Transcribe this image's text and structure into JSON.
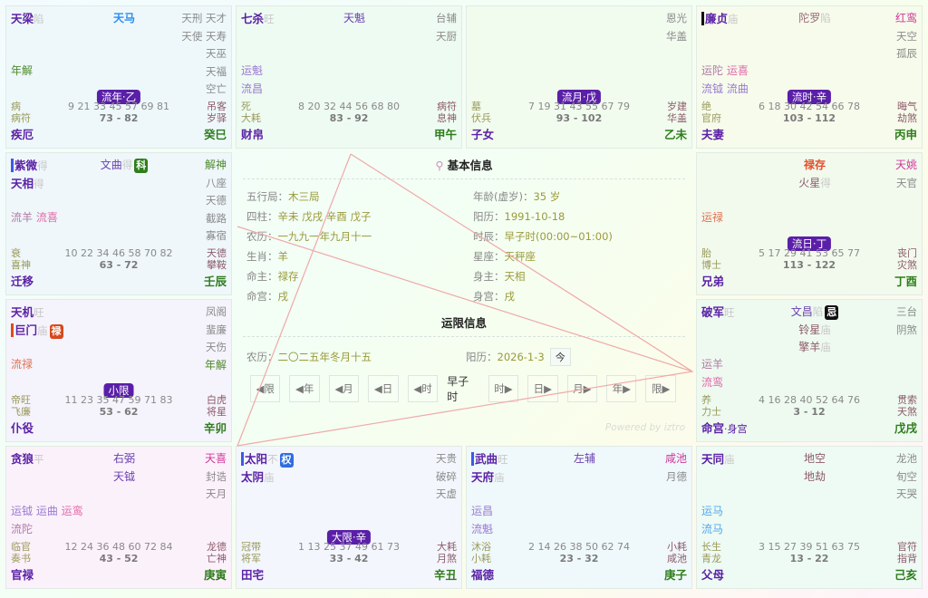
{
  "palaces": {
    "si": {
      "left": [
        {
          "name": "天梁",
          "bright": "陷"
        }
      ],
      "mid": [
        {
          "name": "天马",
          "cls": "tianma"
        }
      ],
      "right": [
        "天刑 天才",
        "天使 天寿",
        "天巫",
        "天福",
        "空亡"
      ],
      "flow": [
        {
          "text": "年解",
          "cls": "green"
        }
      ],
      "badge": "流年·乙",
      "changsheng": "病",
      "ages": "9 21 33 45 57 69 81",
      "suiqian": "吊客",
      "boshi": "病符",
      "range": "73 - 82",
      "jiangqian": "岁驿",
      "palace": "疾厄",
      "ganzhi": "癸巳"
    },
    "wu": {
      "left": [
        {
          "name": "七杀",
          "bright": "旺"
        }
      ],
      "mid": [
        {
          "name": "天魁",
          "cls": "minor"
        }
      ],
      "right": [
        "台辅",
        "天厨"
      ],
      "flow": [
        {
          "text": "运魁",
          "cls": "violet"
        },
        {
          "text": "流昌",
          "cls": "violet"
        }
      ],
      "badge": "",
      "changsheng": "死",
      "ages": "8 20 32 44 56 68 80",
      "suiqian": "病符",
      "boshi": "大耗",
      "range": "83 - 92",
      "jiangqian": "息神",
      "palace": "财帛",
      "ganzhi": "甲午"
    },
    "wei": {
      "left": [],
      "mid": [],
      "right": [
        "恩光",
        "华盖"
      ],
      "flow": [],
      "badge": "流月·戊",
      "changsheng": "墓",
      "ages": "7 19 31 43 55 67 79",
      "suiqian": "岁建",
      "boshi": "伏兵",
      "range": "93 - 102",
      "jiangqian": "华盖",
      "palace": "子女",
      "ganzhi": "乙未"
    },
    "shen": {
      "left": [
        {
          "name": "廉贞",
          "bright": "庙",
          "mark": "#111"
        }
      ],
      "mid": [
        {
          "name": "陀罗",
          "bright": "陷",
          "cls": "tuoluo"
        }
      ],
      "right": [
        {
          "text": "红鸾",
          "cls": "red"
        },
        "天空",
        "孤辰"
      ],
      "flow": [
        {
          "text": "运陀 ",
          "cls": "mauve",
          "extra": {
            "text": "运喜",
            "cls": "pink"
          }
        },
        {
          "text": "流钺 流曲",
          "cls": "violet"
        }
      ],
      "badge": "流时·辛",
      "changsheng": "绝",
      "ages": "6 18 30 42 54 66 78",
      "suiqian": "晦气",
      "boshi": "官府",
      "range": "103 - 112",
      "jiangqian": "劫煞",
      "palace": "夫妻",
      "ganzhi": "丙申"
    },
    "chen": {
      "left": [
        {
          "name": "紫微",
          "bright": "得",
          "mark": "#3a5ae8"
        },
        {
          "name": "天相",
          "bright": "得"
        }
      ],
      "mid": [
        {
          "name": "文曲",
          "bright": "得",
          "cls": "minor",
          "mut": "科",
          "mutcls": "mut-ke"
        }
      ],
      "right": [
        {
          "text": "解神",
          "cls": "green"
        },
        "八座",
        "天德",
        "截路",
        "寡宿"
      ],
      "flow": [
        {
          "text": "流羊 ",
          "cls": "mauve",
          "extra": {
            "text": "流喜",
            "cls": "pink"
          }
        }
      ],
      "badge": "",
      "changsheng": "衰",
      "ages": "10 22 34 46 58 70 82",
      "suiqian": "天德",
      "boshi": "喜神",
      "range": "63 - 72",
      "jiangqian": "攀鞍",
      "palace": "迁移",
      "ganzhi": "壬辰"
    },
    "you": {
      "left": [],
      "mid": [
        {
          "name": "禄存",
          "cls": "lucun"
        },
        {
          "name": "火星",
          "bright": "得",
          "cls": "mhoon"
        }
      ],
      "right": [
        {
          "text": "天姚",
          "cls": "red"
        },
        "天官"
      ],
      "flow": [
        {
          "text": "运禄",
          "cls": "orange"
        }
      ],
      "badge": "流日·丁",
      "changsheng": "胎",
      "ages": "5 17 29 41 53 65 77",
      "suiqian": "丧门",
      "boshi": "博士",
      "range": "113 - 122",
      "jiangqian": "灾煞",
      "palace": "兄弟",
      "ganzhi": "丁酉"
    },
    "mao": {
      "left": [
        {
          "name": "天机",
          "bright": "旺"
        },
        {
          "name": "巨门",
          "bright": "庙",
          "mark": "#e04a1c",
          "mut": "禄",
          "mutcls": "mut-lu"
        }
      ],
      "mid": [],
      "right": [
        "凤阁",
        "蜚廉",
        "天伤",
        {
          "text": "年解",
          "cls": "green"
        }
      ],
      "flow": [
        {
          "text": "流禄",
          "cls": "orange"
        }
      ],
      "badge": "小限",
      "changsheng": "帝旺",
      "ages": "11 23 35 47 59 71 83",
      "suiqian": "白虎",
      "boshi": "飞廉",
      "range": "53 - 62",
      "jiangqian": "将星",
      "palace": "仆役",
      "ganzhi": "辛卯"
    },
    "xu": {
      "left": [
        {
          "name": "破军",
          "bright": "旺"
        }
      ],
      "mid": [
        {
          "name": "文昌",
          "bright": "陷",
          "cls": "minor",
          "mut": "忌",
          "mutcls": "mut-ji"
        },
        {
          "name": "铃星",
          "bright": "庙",
          "cls": "mhoon"
        },
        {
          "name": "擎羊",
          "bright": "庙",
          "cls": "mhoon"
        }
      ],
      "right": [
        "三台",
        "阴煞"
      ],
      "flow": [
        {
          "text": "运羊",
          "cls": "mauve"
        },
        {
          "text": "流鸾",
          "cls": "pink"
        }
      ],
      "badge": "",
      "changsheng": "养",
      "ages": "4 16 28 40 52 64 76",
      "suiqian": "贯索",
      "boshi": "力士",
      "range": "3 - 12",
      "jiangqian": "天煞",
      "palace": "命宫",
      "palace_extra": "·身宫",
      "ganzhi": "戊戌"
    },
    "yin": {
      "left": [
        {
          "name": "贪狼",
          "bright": "平"
        }
      ],
      "mid": [
        {
          "name": "右弼",
          "cls": "minor"
        },
        {
          "name": "天钺",
          "cls": "minor"
        }
      ],
      "right": [
        {
          "text": "天喜",
          "cls": "red"
        },
        "封诰",
        "天月"
      ],
      "flow": [
        {
          "text": "运钺 运曲 ",
          "cls": "violet",
          "extra": {
            "text": "运鸾",
            "cls": "pink"
          }
        },
        {
          "text": "流陀",
          "cls": "mauve"
        }
      ],
      "badge": "",
      "changsheng": "临官",
      "ages": "12 24 36 48 60 72 84",
      "suiqian": "龙德",
      "boshi": "奏书",
      "range": "43 - 52",
      "jiangqian": "亡神",
      "palace": "官禄",
      "ganzhi": "庚寅"
    },
    "chou": {
      "left": [
        {
          "name": "太阳",
          "bright": "不",
          "mark": "#3a5ae8",
          "mut": "权",
          "mutcls": "mut-quan"
        },
        {
          "name": "太阴",
          "bright": "庙"
        }
      ],
      "mid": [],
      "right": [
        "天贵",
        "破碎",
        "天虚"
      ],
      "flow": [],
      "badge": "大限·辛",
      "changsheng": "冠带",
      "ages": "1 13 25 37 49 61 73",
      "suiqian": "大耗",
      "boshi": "将军",
      "range": "33 - 42",
      "jiangqian": "月煞",
      "palace": "田宅",
      "ganzhi": "辛丑"
    },
    "zi": {
      "left": [
        {
          "name": "武曲",
          "bright": "旺",
          "mark": "#3a5ae8"
        },
        {
          "name": "天府",
          "bright": "庙"
        }
      ],
      "mid": [
        {
          "name": "左辅",
          "cls": "minor"
        }
      ],
      "right": [
        {
          "text": "咸池",
          "cls": "red"
        },
        "月德"
      ],
      "flow": [
        {
          "text": "运昌",
          "cls": "violet"
        },
        {
          "text": "流魁",
          "cls": "violet"
        }
      ],
      "badge": "",
      "changsheng": "沐浴",
      "ages": "2 14 26 38 50 62 74",
      "suiqian": "小耗",
      "boshi": "小耗",
      "range": "23 - 32",
      "jiangqian": "咸池",
      "palace": "福德",
      "ganzhi": "庚子"
    },
    "hai": {
      "left": [
        {
          "name": "天同",
          "bright": "庙"
        }
      ],
      "mid": [
        {
          "name": "地空",
          "cls": "mhoon"
        },
        {
          "name": "地劫",
          "cls": "mhoon"
        }
      ],
      "right": [
        "龙池",
        "旬空",
        "天哭"
      ],
      "flow": [
        {
          "text": "运马",
          "cls": "sky"
        },
        {
          "text": "流马",
          "cls": "sky"
        }
      ],
      "badge": "",
      "changsheng": "长生",
      "ages": "3 15 27 39 51 63 75",
      "suiqian": "官符",
      "boshi": "青龙",
      "range": "13 - 22",
      "jiangqian": "指背",
      "palace": "父母",
      "ganzhi": "己亥"
    }
  },
  "center": {
    "basic_title": "基本信息",
    "basic_left": [
      {
        "k": "五行局：",
        "v": "木三局"
      },
      {
        "k": "四柱：",
        "v": "辛未 戊戌 辛酉 戊子"
      },
      {
        "k": "农历：",
        "v": "一九九一年九月十一"
      },
      {
        "k": "生肖：",
        "v": "羊"
      },
      {
        "k": "命主：",
        "v": "禄存"
      },
      {
        "k": "命宫：",
        "v": "戌"
      }
    ],
    "basic_right": [
      {
        "k": "年龄(虚岁)：",
        "v": "35 岁"
      },
      {
        "k": "阳历：",
        "v": "1991-10-18"
      },
      {
        "k": "时辰：",
        "v": "早子时(00:00~01:00)"
      },
      {
        "k": "星座：",
        "v": "天秤座"
      },
      {
        "k": "身主：",
        "v": "天相"
      },
      {
        "k": "身宫：",
        "v": "戌"
      }
    ],
    "yun_title": "运限信息",
    "yun_lunar_label": "农历：",
    "yun_lunar_value": "二〇二五年冬月十五",
    "yun_solar_label": "阳历：",
    "yun_solar_value": "2026-1-3",
    "today_button": "今",
    "nav_prev": [
      "◀限",
      "◀年",
      "◀月",
      "◀日",
      "◀时"
    ],
    "current_hour": "早子时",
    "nav_next": [
      "时▶",
      "日▶",
      "月▶",
      "年▶",
      "限▶"
    ],
    "powered": "Powered by iztro"
  },
  "colors": {
    "star_major": "#5b21a6",
    "ganzhi": "#2f7d1c",
    "badge_bg": "#5a1fa8",
    "triangle_line": "#f0a0a0"
  }
}
